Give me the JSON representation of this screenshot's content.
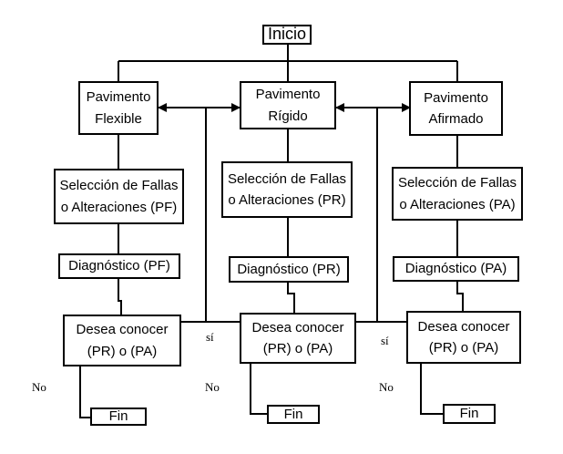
{
  "start": "Inicio",
  "branches": [
    {
      "type_line1": "Pavimento",
      "type_line2": "Flexible",
      "selection_line1": "Selección de Fallas",
      "selection_line2": "o Alteraciones (PF)",
      "diagnosis": "Diagnóstico (PF)",
      "question_line1": "Desea conocer",
      "question_line2": "(PR) o (PA)",
      "no_label": "No",
      "yes_label": "sí",
      "end": "Fin"
    },
    {
      "type_line1": "Pavimento",
      "type_line2": "Rígido",
      "selection_line1": "Selección de Fallas",
      "selection_line2": "o Alteraciones (PR)",
      "diagnosis": "Diagnóstico (PR)",
      "question_line1": "Desea conocer",
      "question_line2": "(PR) o (PA)",
      "no_label": "No",
      "yes_label": "sí",
      "end": "Fin"
    },
    {
      "type_line1": "Pavimento",
      "type_line2": "Afirmado",
      "selection_line1": "Selección de Fallas",
      "selection_line2": "o Alteraciones (PA)",
      "diagnosis": "Diagnóstico (PA)",
      "question_line1": "Desea conocer",
      "question_line2": "(PR) o (PA)",
      "no_label": "No",
      "end": "Fin"
    }
  ]
}
